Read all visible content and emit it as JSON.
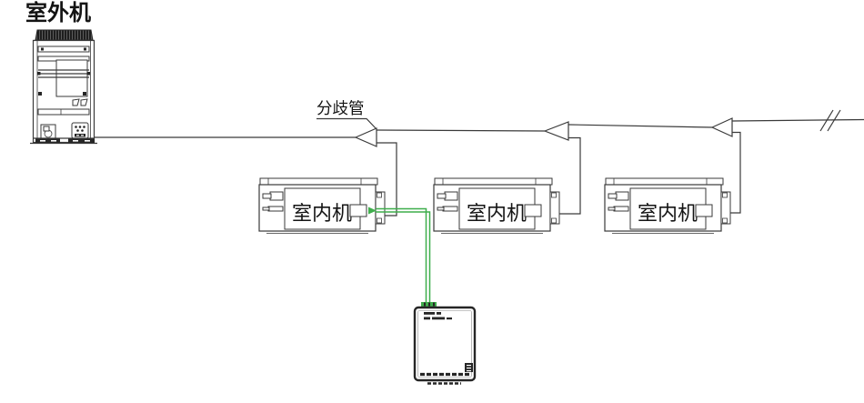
{
  "diagram": {
    "outdoor_unit": {
      "label": "室外机"
    },
    "branch_pipe": {
      "label": "分歧管"
    },
    "indoor_units": [
      {
        "label": "室内机"
      },
      {
        "label": "室内机"
      },
      {
        "label": "室内机"
      }
    ],
    "colors": {
      "line": "#3a3a3a",
      "ink": "#141414",
      "wire_green": "#3fae4c",
      "background": "#ffffff"
    }
  }
}
